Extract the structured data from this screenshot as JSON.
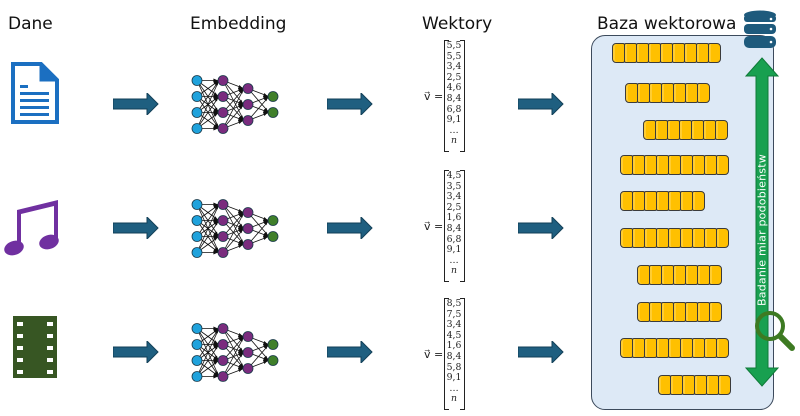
{
  "headers": {
    "data": "Dane",
    "embedding": "Embedding",
    "vectors": "Wektory",
    "vector_db": "Baza wektorowa"
  },
  "colors": {
    "arrow": "#1f5f80",
    "doc_icon": "#1b6fc1",
    "music_icon": "#7030a0",
    "film_icon": "#375623",
    "input_node": "#1fa2dc",
    "hidden_node": "#7a2c7e",
    "output_node": "#3f7f2a",
    "db_panel": "#dde9f6",
    "db_cell": "#ffc000",
    "similarity_arrow": "#18a050",
    "magnifier": "#3d7a22",
    "db_icon": "#1e5a7c"
  },
  "rows": [
    {
      "input_icon": "document-icon",
      "vector": {
        "label": "v⃗ =",
        "values": [
          "5,5",
          "5,5",
          "3,4",
          "2,5",
          "4,6",
          "8,4",
          "6,8",
          "9,1",
          "…",
          "n"
        ]
      }
    },
    {
      "input_icon": "music-note-icon",
      "vector": {
        "label": "v⃗ =",
        "values": [
          "4,5",
          "3,5",
          "3,4",
          "2,5",
          "1,6",
          "8,4",
          "6,8",
          "9,1",
          "…",
          "n"
        ]
      }
    },
    {
      "input_icon": "film-icon",
      "vector": {
        "label": "v⃗ =",
        "values": [
          "8,5",
          "7,5",
          "3,4",
          "4,5",
          "1,6",
          "8,4",
          "5,8",
          "9,1",
          "…",
          "n"
        ]
      }
    }
  ],
  "network": {
    "layers": [
      4,
      4,
      3,
      2
    ]
  },
  "vector_db": {
    "stored_vector_lengths": [
      9,
      7,
      7,
      9,
      7,
      9,
      7,
      7,
      9,
      6
    ],
    "similarity_label": "Badanie miar podobieństw"
  }
}
